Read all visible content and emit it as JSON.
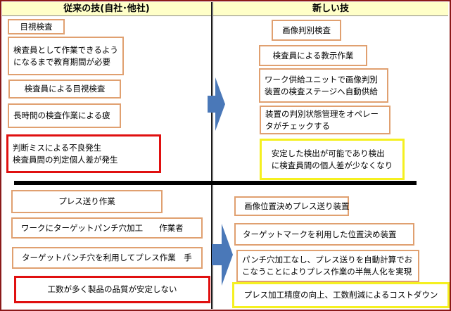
{
  "headers": {
    "old": "従来の技(自社･他社)",
    "new": "新しい技"
  },
  "old_top": [
    "目視検査",
    "検査員として作業できるよう\nになるまで教育期間が必要",
    "検査員による目視検査",
    "長時間の検査作業による疲",
    "判断ミスによる不良発生\n検査員間の判定個人差が発生"
  ],
  "new_top": [
    "画像判別検査",
    "検査員による教示作業",
    "ワーク供給ユニットで画像判別\n装置の検査ステージへ自動供給",
    "装置の判別状態管理をオペレー\nタがチェックする",
    "安定した検出が可能であり検出\nに検査員間の個人差が少なくなり"
  ],
  "old_bottom": [
    "プレス送り作業",
    "ワークにターゲットパンチ穴加工　　作業者",
    "ターゲットパンチ穴を利用してプレス作業　手",
    "工数が多く製品の品質が安定しない"
  ],
  "new_bottom": [
    "画像位置決めプレス送り装置",
    "ターゲットマークを利用した位置決め装置",
    "パンチ穴加工なし、プレス送りを自動計算でお\nこなうことによりプレス作業の半無人化を実現",
    "プレス加工精度の向上、工数削減によるコストダウン"
  ],
  "colors": {
    "arrow": "#4a78b8",
    "problem": "#e01010",
    "result": "#f5f020",
    "item": "#e0a070",
    "header": "#ffffc8"
  }
}
